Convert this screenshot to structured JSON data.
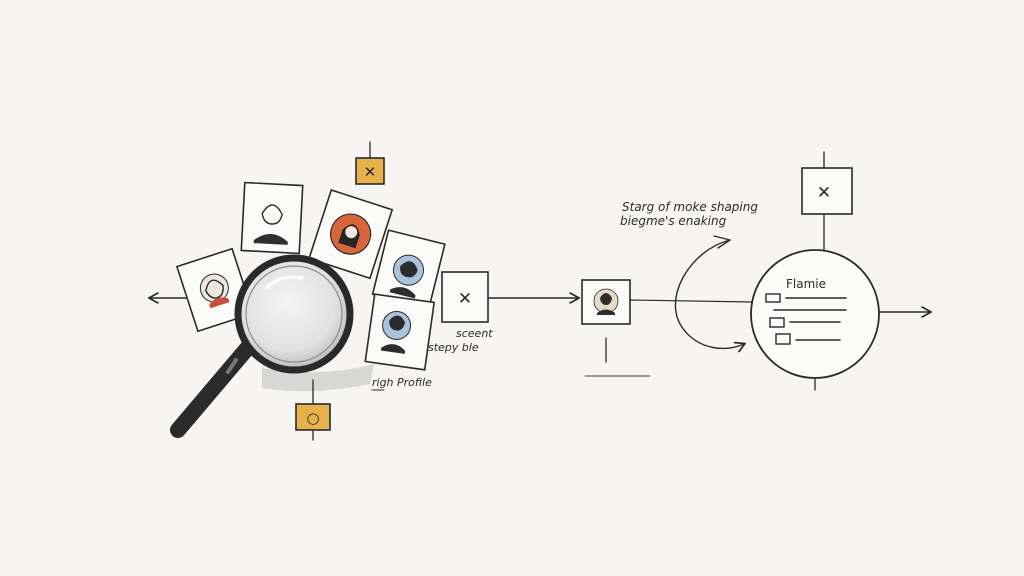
{
  "annotations": {
    "sticky_note_line1": "sceent",
    "sticky_note_line2": "stepy ble",
    "high_profile": "righ Profile",
    "top_note_line1": "Starg of moke shaping",
    "top_note_line2": "biegme's enaking",
    "circle_title": "Flamie"
  },
  "icons": {
    "top_marker_glyph": "✕",
    "mid_marker_glyph": "✕",
    "right_marker_glyph": "✕",
    "bottom_marker_glyph": "○"
  },
  "colors": {
    "ink": "#2a2a2a",
    "accent_yellow": "#e6b24a",
    "accent_orange": "#d9663a",
    "accent_blue": "#a9c3dd",
    "paper": "#f6f5f3"
  }
}
